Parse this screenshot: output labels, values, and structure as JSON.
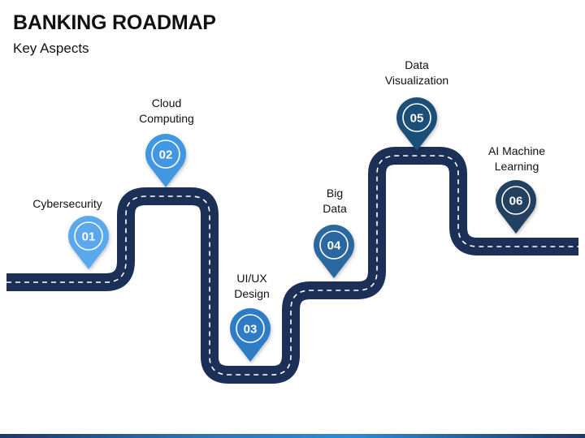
{
  "header": {
    "title": "BANKING ROADMAP",
    "subtitle": "Key Aspects"
  },
  "milestones": [
    {
      "number": "01",
      "label": "Cybersecurity",
      "color": "#5aa8ee"
    },
    {
      "number": "02",
      "label": "Cloud\nComputing",
      "color": "#4297e2"
    },
    {
      "number": "03",
      "label": "UI/UX\nDesign",
      "color": "#2e7cc6"
    },
    {
      "number": "04",
      "label": "Big\nData",
      "color": "#2a679f"
    },
    {
      "number": "05",
      "label": "Data\nVisualization",
      "color": "#1f4f78"
    },
    {
      "number": "06",
      "label": "AI Machine\nLearning",
      "color": "#23405f"
    }
  ],
  "colors": {
    "road": "#1b2f57",
    "road_dash": "#ffffff"
  }
}
